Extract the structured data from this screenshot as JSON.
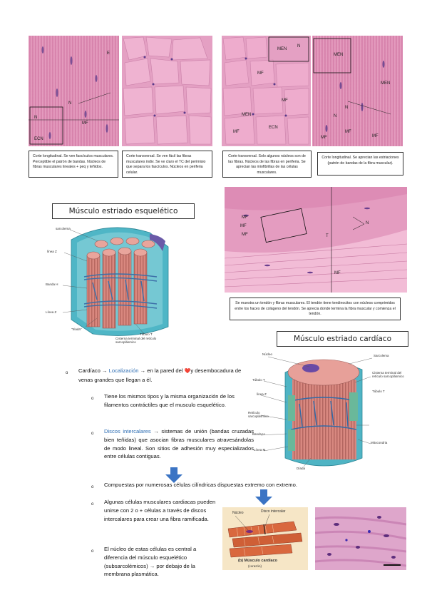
{
  "micrographs_top": {
    "img1_labels": [
      "N",
      "E",
      "N",
      "MF",
      "ECN"
    ],
    "img3_labels": [
      "MEN",
      "N",
      "MF",
      "MF",
      "MF",
      "MEN",
      "ECN"
    ],
    "img4_labels": [
      "MEN",
      "MEN",
      "N",
      "N",
      "MF",
      "MF",
      "MF"
    ]
  },
  "captions": {
    "c1": "Corte longitudinal. Se ven fascículos musculares. Perceptible el patrón de bandas. Núcleos de fibras musculares lineales + peq y teñidos.",
    "c2": "Corte transversal. Se ven fácil las fibras musculares indiv. Se ve claro el TC del perimisio que separa los fascículos. Núcleos en periferia celular.",
    "c3": "Corte transversal. Solo algunos núcleos son de las fibras. Núcleos de las fibras en periferia. Se aprecian las miofibrillas de las células musculares.",
    "c4": "Corte longitudinal. Se aprecian las estriaciones (patrón de bandas de la fibra muscular).",
    "c5": "Se muestra un tendón y fibras musculares. El tendón tiene tendinocitos con núcleos comprimidos entre los haces de colágeno del tendón. Se aprecia donde termina la fibra muscular y comienza el tendón."
  },
  "tendon_labels": [
    "MF",
    "MF",
    "MF",
    "N",
    "T",
    "MF"
  ],
  "titles": {
    "skeletal": "Músculo estriado esquelético",
    "cardiac": "Músculo estriado cardíaco"
  },
  "skeletal_fig_labels": [
    "sarcolema",
    "línea Z",
    "Banda H",
    "Línea Z",
    "\"triada\"",
    "Túbulo T",
    "Cisterna terminal del retículo sarcoplásmico"
  ],
  "cardiac_fig_labels": [
    "Núcleo",
    "Sarcolema",
    "Túbulo T",
    "Cisterna terminal del retículo sarcoplásmico",
    "Túbulo T",
    "línea Z",
    "Retículo sarcoplásmico",
    "Banda H",
    "Línea M",
    "Mitocondria",
    "Díada"
  ],
  "cardiac_small_labels": {
    "nucleus": "Núcleo",
    "disc": "Disco intercalar",
    "caption": "(b) Músculo cardíaco",
    "sub": "(corazón)"
  },
  "bullets": {
    "b1_part1": "Cardíaco → ",
    "b1_link": "Localización",
    "b1_part2": " → en la pared del ",
    "b1_heart": "❤️",
    "b1_part3": "y desembocadura de venas grandes que llegan a él.",
    "b2": "Tiene los mismos tipos y la misma organización de los filamentos contráctiles que el musculo esquelético.",
    "b3_link": "Discos intercalares",
    "b3_rest": " → sistemas de unión (bandas cruzadas bien teñidas) que asocian fibras musculares atravesándolas de modo lineal. Son sitios de adhesión muy especializados entre células contiguas.",
    "b4": "Compuestas por numerosas células cilíndricas dispuestas extremo con extremo.",
    "b5": "Algunas células musculares cardiacas pueden unirse con 2 o + células a través de discos intercalares para crear una fibra ramificada.",
    "b6": "El núcleo de estas células es central a diferencia del músculo esquelético (subsarcolémicos) → por debajo de la membrana plasmática."
  },
  "bullet_marker": "o",
  "colors": {
    "link": "#2d6db3",
    "arrow": "#3b74c4",
    "tissue": "#e4a0c3"
  }
}
